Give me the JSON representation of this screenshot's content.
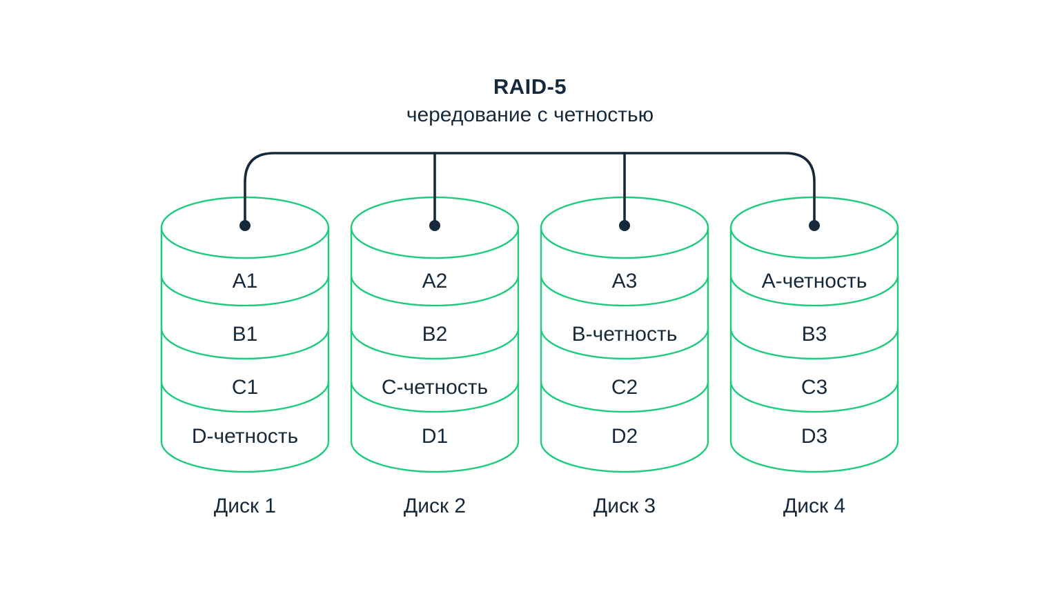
{
  "header": {
    "title": "RAID-5",
    "subtitle": "чередование с четностью"
  },
  "colors": {
    "accent_green": "#1ECB7D",
    "ink_navy": "#16293A",
    "background": "#FFFFFF"
  },
  "disks": [
    {
      "label": "Диск 1",
      "segments": [
        "A1",
        "B1",
        "C1",
        "D-четность"
      ]
    },
    {
      "label": "Диск 2",
      "segments": [
        "A2",
        "B2",
        "C-четность",
        "D1"
      ]
    },
    {
      "label": "Диск 3",
      "segments": [
        "A3",
        "B-четность",
        "C2",
        "D2"
      ]
    },
    {
      "label": "Диск 4",
      "segments": [
        "A-четность",
        "B3",
        "C3",
        "D3"
      ]
    }
  ]
}
